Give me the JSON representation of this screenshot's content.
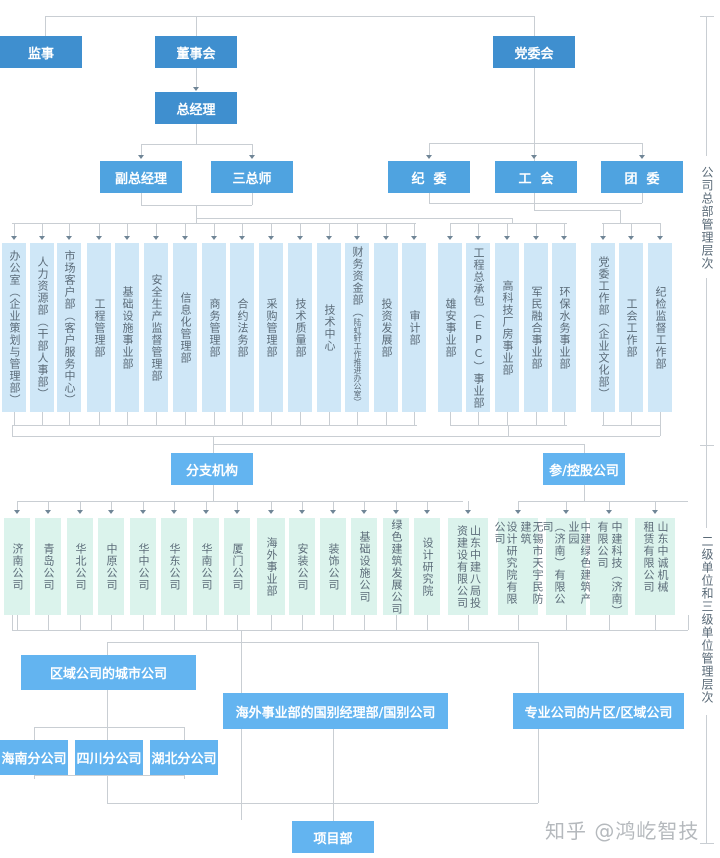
{
  "top": {
    "supervisor": "监事",
    "board": "董事会",
    "party_committee": "党委会",
    "general_manager": "总经理"
  },
  "second": {
    "deputy_gm": "副总经理",
    "three_chiefs": "三总师",
    "discipline": "纪  委",
    "union": "工  会",
    "youth_league": "团  委"
  },
  "hq_departments": [
    {
      "main": "办公室（企业策划与管理部）"
    },
    {
      "main": "人力资源部（干部人事部）"
    },
    {
      "main": "市场客户部（客户服务中心）"
    },
    {
      "main": "工程管理部"
    },
    {
      "main": "基础设施事业部"
    },
    {
      "main": "安全生产监督管理部"
    },
    {
      "main": "信息化管理部"
    },
    {
      "main": "商务管理部"
    },
    {
      "main": "合约法务部"
    },
    {
      "main": "采购管理部"
    },
    {
      "main": "技术质量部"
    },
    {
      "main": "技术中心"
    },
    {
      "main": "财务资金部（",
      "sub": "陆虹轩工作推进办公室）"
    },
    {
      "main": "投资发展部"
    },
    {
      "main": "审计部"
    },
    {
      "main": "雄安事业部"
    },
    {
      "main": "工程总承包（EPC）事业部"
    },
    {
      "main": "高科技厂房事业部"
    },
    {
      "main": "军民融合事业部"
    },
    {
      "main": "环保水务事业部"
    },
    {
      "main": "党委工作部（企业文化部）"
    },
    {
      "main": "工会工作部"
    },
    {
      "main": "纪检监督工作部"
    }
  ],
  "branches": {
    "label": "分支机构",
    "items": [
      [
        "济南公司"
      ],
      [
        "青岛公司"
      ],
      [
        "华北公司"
      ],
      [
        "中原公司"
      ],
      [
        "华中公司"
      ],
      [
        "华东公司"
      ],
      [
        "华南公司"
      ],
      [
        "厦门公司"
      ],
      [
        "海外事业部"
      ],
      [
        "安装公司"
      ],
      [
        "装饰公司"
      ],
      [
        "基础设施公司"
      ],
      [
        "绿色建筑发展公司"
      ],
      [
        "设计研究院"
      ],
      [
        "山东中建八局投",
        "资建设有限公司"
      ]
    ]
  },
  "holdings": {
    "label": "参/控股公司",
    "items": [
      [
        "无锡市天宇民防建筑",
        "设计研究院有限公司"
      ],
      [
        "中建绿色建筑产业园",
        "（济南）有限公司"
      ],
      [
        "中建科技（济南）",
        "有限公司"
      ],
      [
        "山东中诚机械",
        "租赁有限公司"
      ]
    ]
  },
  "lower": {
    "city_companies": "区域公司的城市公司",
    "overseas": "海外事业部的国别经理部/国别公司",
    "specialized": "专业公司的片区/区域公司",
    "hainan": "海南分公司",
    "sichuan": "四川分公司",
    "hubei": "湖北分公司",
    "project_dept": "项目部"
  },
  "side_labels": {
    "hq_level": "公司总部管理层次",
    "unit_level": "二级单位和三级单位管理层次"
  },
  "watermark": "知乎 @鸿屹智技",
  "colors": {
    "dark_box": "#3f8fcf",
    "mid_box": "#4fa3e0",
    "light_box": "#63b4f0",
    "hq_column": "#cfe7f7",
    "branch_column": "#dbf3ec",
    "connector": "#c9ced3"
  }
}
